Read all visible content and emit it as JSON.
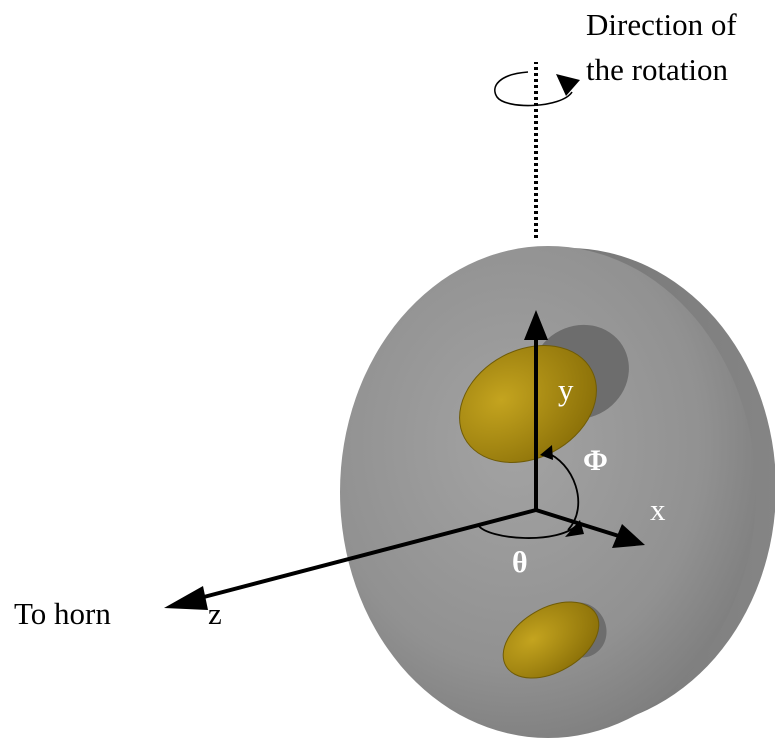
{
  "labels": {
    "direction_line1": "Direction of",
    "direction_line2": "the rotation",
    "to_horn": "To horn",
    "axis_z": "z",
    "axis_y": "y",
    "axis_x": "x",
    "phi": "Φ",
    "theta": "θ"
  },
  "colors": {
    "background": "#ffffff",
    "disk_face": "#8f8f8f",
    "disk_edge": "#6e6e6e",
    "patch": "#a88a12",
    "patch_highlight": "#c4a41f",
    "axis": "#000000",
    "label_on_disk": "#ffffff",
    "label_off_disk": "#000000"
  }
}
